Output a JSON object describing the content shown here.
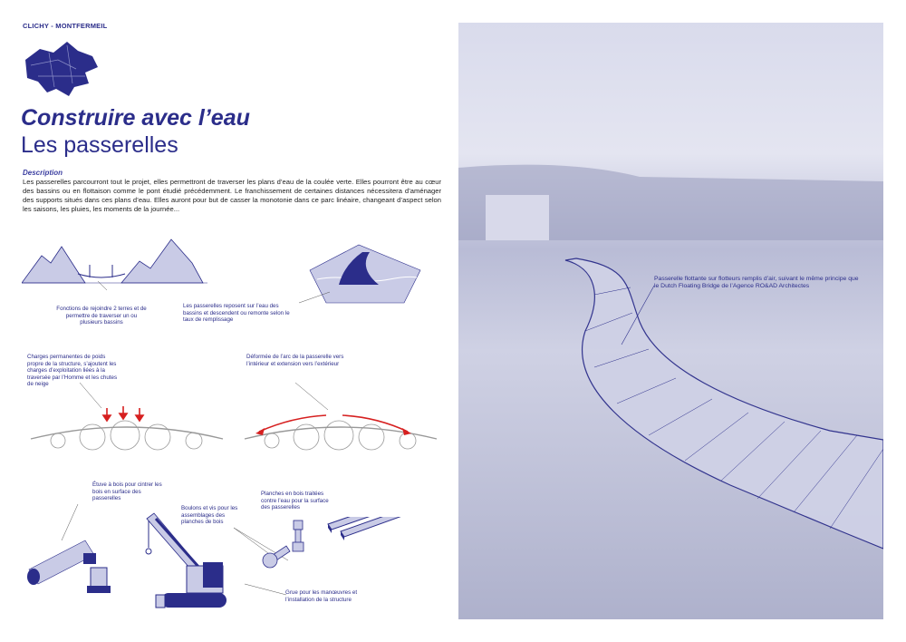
{
  "header": {
    "brand": "CLICHY - MONTFERMEIL",
    "title_line1": "Construire avec l’eau",
    "title_line2": "Les passerelles"
  },
  "description": {
    "heading": "Description",
    "body": "Les passerelles parcourront tout le projet, elles permettront de traverser les plans d’eau de la coulée verte. Elles pourront être au cœur des bassins ou en flottaison comme le pont étudié précédemment. Le franchissement de certaines distances nécessitera d’aménager des supports situés dans ces plans d’eau. Elles auront pour but de casser la monotonie dans ce parc linéaire, changeant d’aspect selon les saisons, les pluies, les moments de la journée..."
  },
  "captions": {
    "mountains": "Fonctions de rejoindre 2 terres et de permettre de traverser un ou plusieurs bassins",
    "basin": "Les passerelles reposent sur l’eau des bassins et descendent ou remonte selon le taux de remplissage",
    "loads": "Charges permanentes de poids propre de la structure, s’ajoutent les charges d’exploitation liées à la traversée par l’Homme et les chutes de neige",
    "deformation": "Déformée de l’arc de la passerelle vers l’intérieur et extension vers l’extérieur",
    "steam": "Étuve à bois pour cintrer les bois en surface des passerelles",
    "bolts": "Boulons et vis pour les assemblages des planches de bois",
    "planks": "Planches en bois traitées contre l’eau pour la surface des passerelles",
    "crane": "Grue pour les manœuvres et l’installation de la structure",
    "photo": "Passerelle flottante sur flotteurs remplis d’air, suivant le même principe que le Dutch Floating Bridge de l’Agence RO&AD Architectes"
  },
  "colors": {
    "navy": "#2b2d8a",
    "lavender": "#c9cbe6",
    "red": "#d62020"
  }
}
